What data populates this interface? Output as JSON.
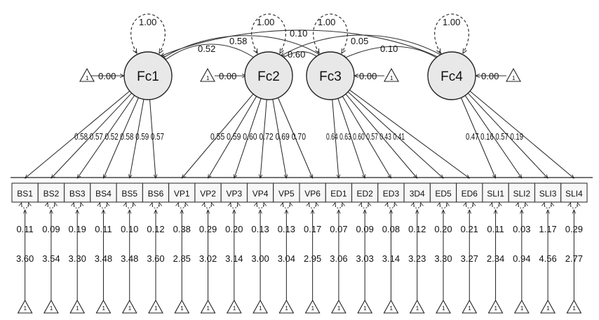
{
  "diagram": {
    "factors": [
      {
        "label": "Fc1",
        "variance": "1.00",
        "intercept": "0.00",
        "indicators": [
          0,
          1,
          2,
          3,
          4,
          5
        ]
      },
      {
        "label": "Fc2",
        "variance": "",
        "intercept": "0.00",
        "indicators": [
          6,
          7,
          8,
          9,
          10,
          11
        ]
      },
      {
        "label": "Fc3",
        "variance": "",
        "intercept": "0.00",
        "indicators": [
          12,
          13,
          14,
          15,
          16,
          17
        ]
      },
      {
        "label": "Fc4",
        "variance": "1.00",
        "intercept": "0.00",
        "indicators": [
          18,
          19,
          20,
          21
        ]
      }
    ],
    "covariance_labels": [
      "1.00",
      "0.10",
      "1.00",
      "0.58",
      "0.05",
      "0.52",
      "0.10",
      "0.60"
    ],
    "loading_labels": [
      "0.58 0.57 0.52 0.58 0.59 0.57",
      "0.55 0.59 0.60 0.72 0.69 0.70",
      "0.64 0.63 0.60 0.57 0.43 0.41",
      "0.47 0.16 0.57 0.19"
    ],
    "indicators": [
      {
        "label": "BS1",
        "residual": "0.11",
        "intercept": "3.60"
      },
      {
        "label": "BS2",
        "residual": "0.09",
        "intercept": "3.54"
      },
      {
        "label": "BS3",
        "residual": "0.19",
        "intercept": "3.30"
      },
      {
        "label": "BS4",
        "residual": "0.11",
        "intercept": "3.48"
      },
      {
        "label": "BS5",
        "residual": "0.10",
        "intercept": "3.48"
      },
      {
        "label": "BS6",
        "residual": "0.12",
        "intercept": "3.60"
      },
      {
        "label": "VP1",
        "residual": "0.38",
        "intercept": "2.85"
      },
      {
        "label": "VP2",
        "residual": "0.29",
        "intercept": "3.02"
      },
      {
        "label": "VP3",
        "residual": "0.20",
        "intercept": "3.14"
      },
      {
        "label": "VP4",
        "residual": "0.13",
        "intercept": "3.00"
      },
      {
        "label": "VP5",
        "residual": "0.13",
        "intercept": "3.04"
      },
      {
        "label": "VP6",
        "residual": "0.17",
        "intercept": "2.95"
      },
      {
        "label": "ED1",
        "residual": "0.07",
        "intercept": "3.06"
      },
      {
        "label": "ED2",
        "residual": "0.09",
        "intercept": "3.03"
      },
      {
        "label": "ED3",
        "residual": "0.08",
        "intercept": "3.14"
      },
      {
        "label": "3D4",
        "residual": "0.12",
        "intercept": "3.23"
      },
      {
        "label": "ED5",
        "residual": "0.20",
        "intercept": "3.30"
      },
      {
        "label": "ED6",
        "residual": "0.21",
        "intercept": "3.27"
      },
      {
        "label": "SLI1",
        "residual": "0.11",
        "intercept": "2.34"
      },
      {
        "label": "SLI2",
        "residual": "0.03",
        "intercept": "0.94"
      },
      {
        "label": "SLI3",
        "residual": "1.17",
        "intercept": "4.56"
      },
      {
        "label": "SLI4",
        "residual": "0.29",
        "intercept": "2.77"
      }
    ],
    "constant_label": "1"
  }
}
